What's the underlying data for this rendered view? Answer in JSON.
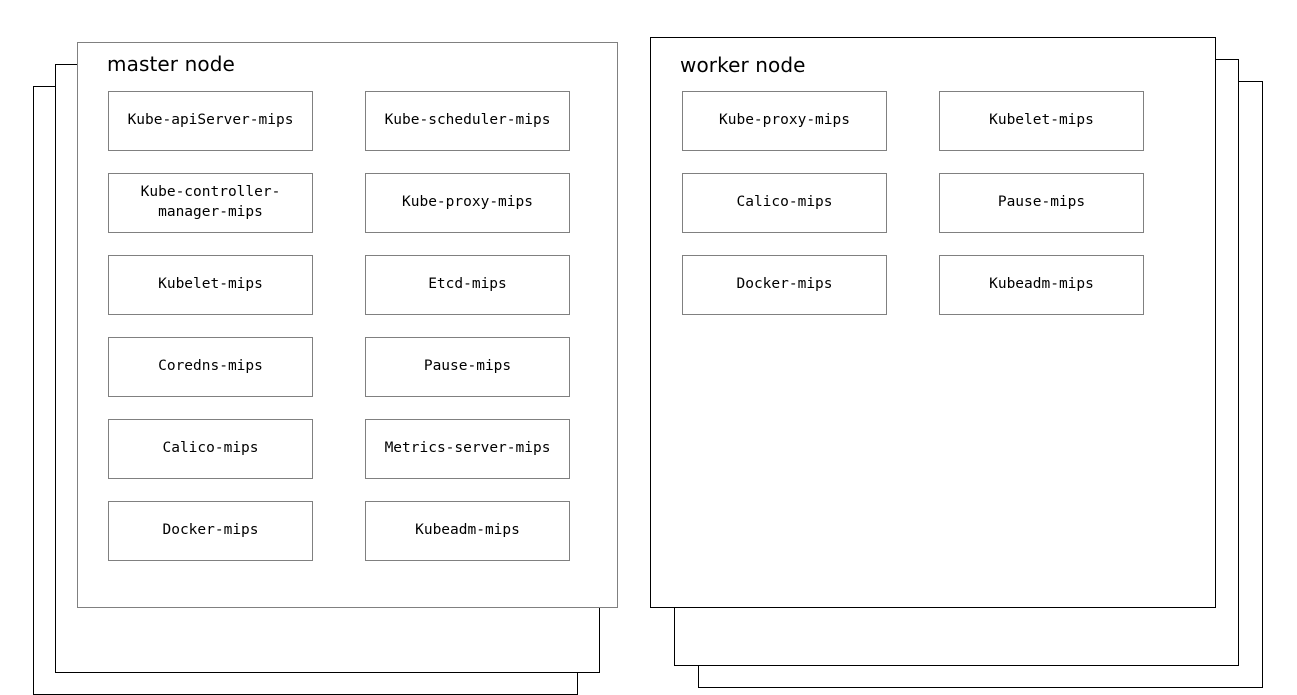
{
  "diagram": {
    "title_font_style": "sans-serif",
    "background_color": "#ffffff",
    "groups": [
      {
        "id": "master",
        "title": "master node",
        "card_border_color": "#808080",
        "stack_border_color": "#000000",
        "stack_layers": 3,
        "stack_direction": "down-left",
        "columns": 2,
        "rows": 6,
        "components": [
          {
            "label": "Kube-apiServer-mips"
          },
          {
            "label": "Kube-scheduler-mips"
          },
          {
            "label": "Kube-controller-manager-mips"
          },
          {
            "label": "Kube-proxy-mips"
          },
          {
            "label": "Kubelet-mips"
          },
          {
            "label": "Etcd-mips"
          },
          {
            "label": "Coredns-mips"
          },
          {
            "label": "Pause-mips"
          },
          {
            "label": "Calico-mips"
          },
          {
            "label": "Metrics-server-mips"
          },
          {
            "label": "Docker-mips"
          },
          {
            "label": "Kubeadm-mips"
          }
        ]
      },
      {
        "id": "worker",
        "title": "worker node",
        "card_border_color": "#000000",
        "stack_border_color": "#000000",
        "stack_layers": 3,
        "stack_direction": "down-right",
        "columns": 2,
        "rows": 3,
        "components": [
          {
            "label": "Kube-proxy-mips"
          },
          {
            "label": "Kubelet-mips"
          },
          {
            "label": "Calico-mips"
          },
          {
            "label": "Pause-mips"
          },
          {
            "label": "Docker-mips"
          },
          {
            "label": "Kubeadm-mips"
          }
        ]
      }
    ]
  }
}
